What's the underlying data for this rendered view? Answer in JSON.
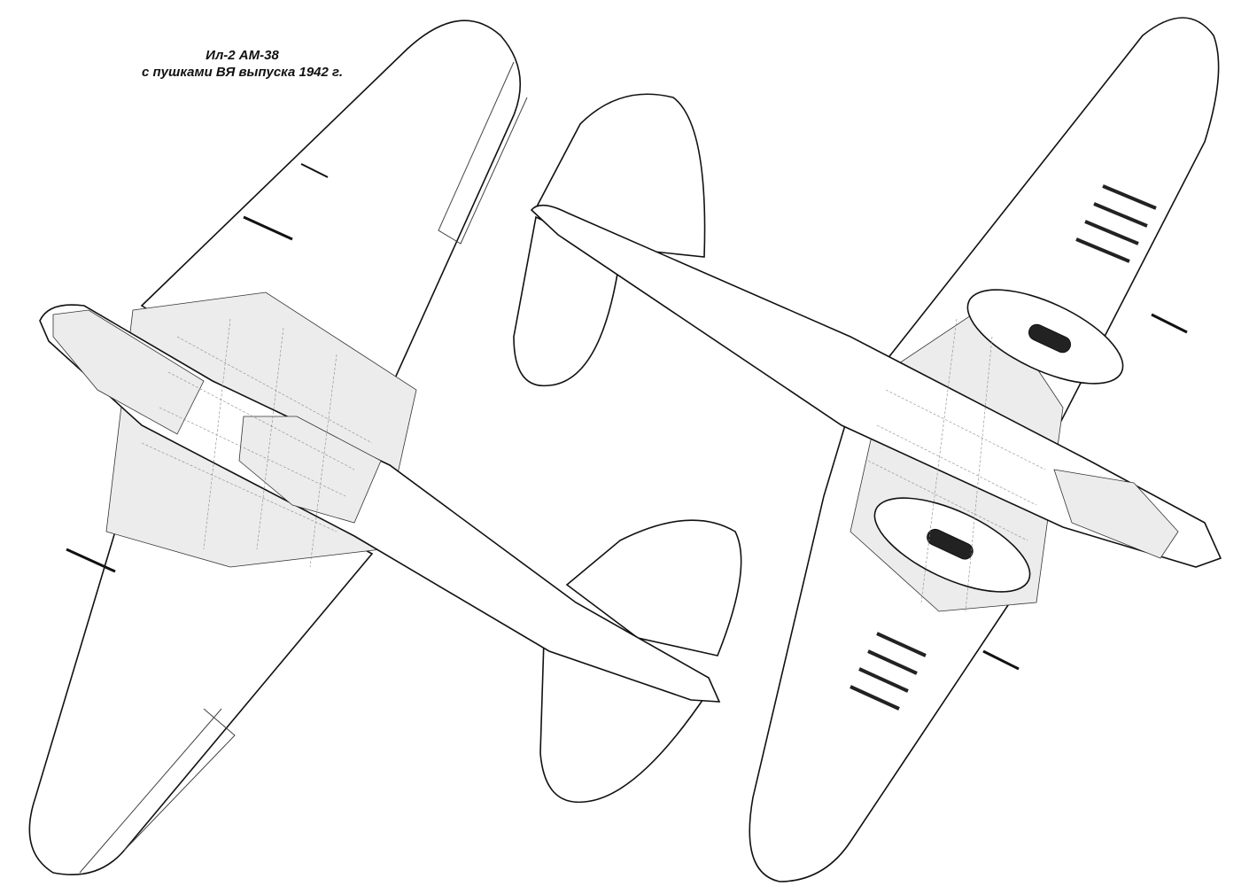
{
  "drawing": {
    "title_line1": "Ил-2 АМ-38",
    "title_line2": "с пушками ВЯ выпуска 1942 г.",
    "views": [
      "top-view",
      "bottom-view"
    ]
  }
}
